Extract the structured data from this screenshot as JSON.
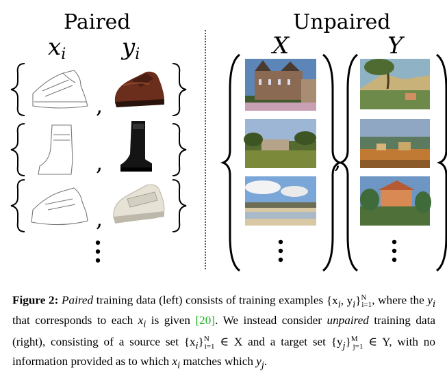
{
  "figure": {
    "paired_title": "Paired",
    "unpaired_title": "Unpaired",
    "paired_x_label": "x",
    "paired_x_sub": "i",
    "paired_y_label": "y",
    "paired_y_sub": "i",
    "unpaired_x_label": "X",
    "unpaired_y_label": "Y",
    "paired_rows": [
      {
        "sketch": "shoe-sketch-1",
        "photo": "brown-oxford-shoe"
      },
      {
        "sketch": "boot-sketch",
        "photo": "black-boot"
      },
      {
        "sketch": "shoe-sketch-2",
        "photo": "white-strap-shoe"
      }
    ],
    "unpaired_x_images": [
      "castle-photo",
      "countryside-house-photo",
      "river-city-photo"
    ],
    "unpaired_y_images": [
      "cezanne-landscape-painting",
      "cezanne-village-painting",
      "cezanne-house-painting"
    ]
  },
  "caption": {
    "label": "Figure 2:",
    "t1": "Paired",
    "t2": " training data (left) consists of training examples",
    "t3": "{x",
    "t4": "i",
    "t5": ", y",
    "t6": "i",
    "t7": "}",
    "t8": "N",
    "t9": "i=1",
    "t10": ", where the ",
    "t11": "y",
    "t12": "i",
    "t13": " that corresponds to each ",
    "t14": "x",
    "t15": "i",
    "t16": " is given ",
    "cite": "[20]",
    "t17": ". We instead consider ",
    "t18": "unpaired",
    "t19": " training data (right), consisting of a source set ",
    "t20": "{x",
    "t21": "i",
    "t22": "}",
    "t23": "N",
    "t24": "i=1",
    "t25": " ∈ X and a target set ",
    "t26": "{y",
    "t27": "j",
    "t28": "}",
    "t29": "M",
    "t30": "j=1",
    "t31": " ∈ Y, with no information provided as to which ",
    "t32": "x",
    "t33": "i",
    "t34": " matches which ",
    "t35": "y",
    "t36": "j",
    "t37": "."
  }
}
